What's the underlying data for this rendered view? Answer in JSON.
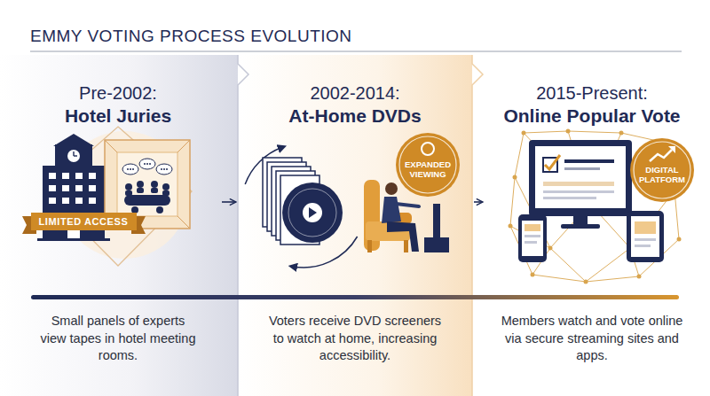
{
  "diagram": {
    "title": "EMMY VOTING PROCESS EVOLUTION",
    "nodes": [
      {
        "text": [
          "Pre-2002:",
          "Hotel Juries",
          "Small panels of experts view tapes in hotel meeting rooms."
        ]
      },
      {
        "text": [
          "LIMITED ACCESS"
        ],
        "in": 0
      },
      {
        "text": [
          "2002-2014:",
          "At-Home DVDs",
          "Voters receive DVD screeners to watch at home, increasing accessibility."
        ]
      },
      {
        "text": [
          "EXPANDED VIEWING"
        ],
        "in": 2
      },
      {
        "text": [
          "2015-Present:",
          "Online Popular Vote",
          "Members watch and vote online via secure streaming sites and apps."
        ]
      },
      {
        "text": [
          "DIGITAL PLATFORM"
        ],
        "in": 4
      }
    ],
    "edges": [
      {
        "from": 0,
        "to": 2,
        "arrow": "to"
      },
      {
        "from": 2,
        "to": 4,
        "arrow": "to"
      }
    ]
  }
}
